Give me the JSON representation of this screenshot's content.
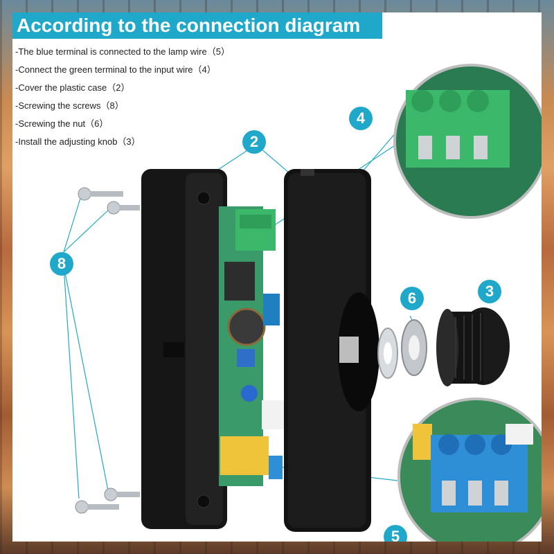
{
  "title": "According to the connection diagram",
  "steps": [
    "-The blue terminal is connected to the lamp wire（5）",
    "-Connect the green terminal to the input wire（4）",
    "-Cover the plastic case（2）",
    "-Screwing the screws（8）",
    "-Screwing the nut（6）",
    "-Install the adjusting knob（3）"
  ],
  "callouts": {
    "lid": "2",
    "knob": "3",
    "input_terminal": "4",
    "lamp_terminal": "5",
    "nut": "6",
    "screws": "8"
  },
  "colors": {
    "accent": "#1fa8c9",
    "green_terminal": "#3cb86a",
    "blue_terminal": "#2f8fd6",
    "pcb": "#3a9a6a",
    "case": "#151515"
  }
}
